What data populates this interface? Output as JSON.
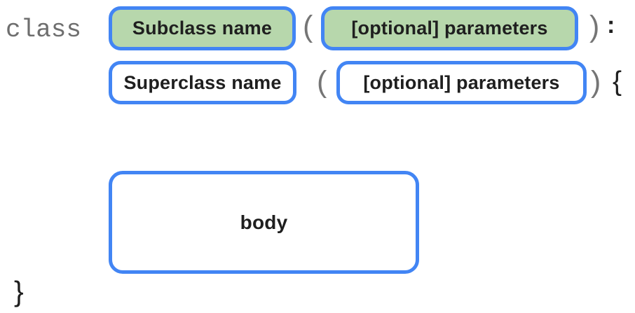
{
  "diagram": {
    "keyword": "class",
    "row1": {
      "subclass_label": "Subclass name",
      "open_paren": "(",
      "params_label": "[optional] parameters",
      "close_paren": ")",
      "colon": ":"
    },
    "row2": {
      "superclass_label": "Superclass name",
      "open_paren": "(",
      "params_label": "[optional] parameters",
      "close_paren": ")",
      "open_brace": "{"
    },
    "body_label": "body",
    "close_brace": "}",
    "colors": {
      "accent_blue": "#4285f4",
      "fill_green": "#b7d7ac",
      "fill_white": "#ffffff",
      "punctuation_gray": "#757575",
      "keyword_gray": "#6e6e6e",
      "text_black": "#1f1f1f"
    }
  }
}
